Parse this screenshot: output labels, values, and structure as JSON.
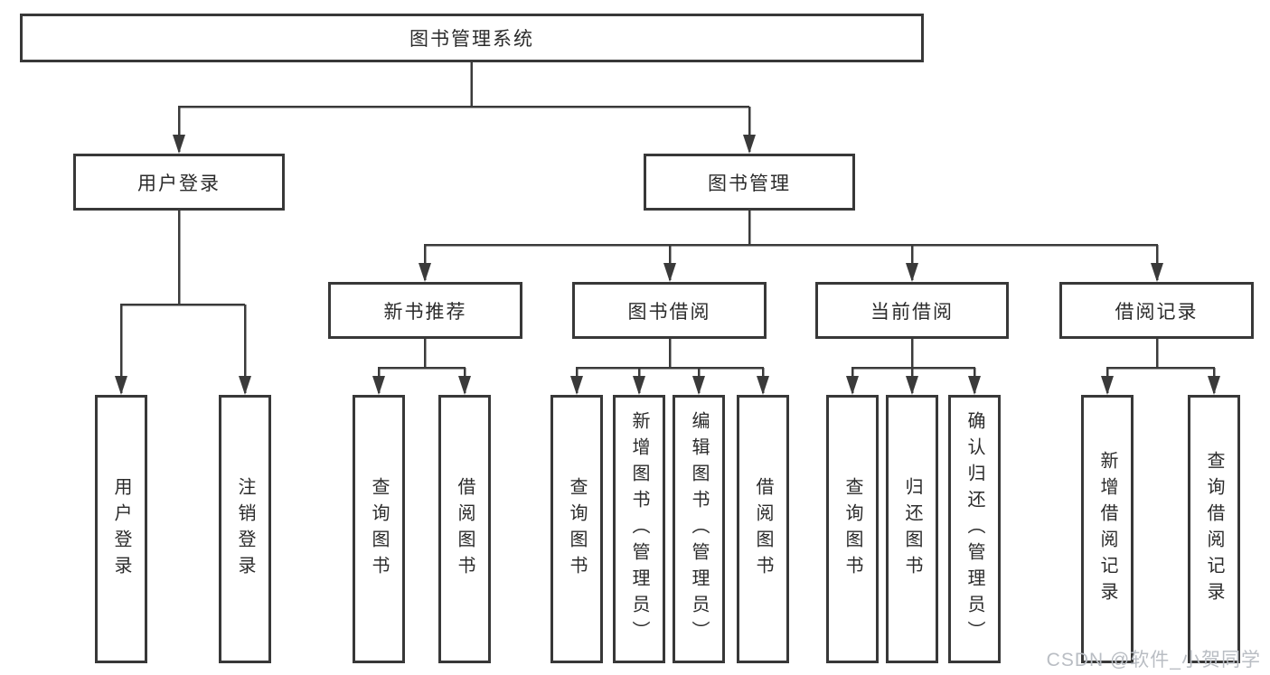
{
  "tree": {
    "root": "图书管理系统",
    "children": [
      {
        "label": "用户登录",
        "children": [
          "用户登录",
          "注销登录"
        ]
      },
      {
        "label": "图书管理",
        "children": [
          {
            "label": "新书推荐",
            "children": [
              "查询图书",
              "借阅图书"
            ]
          },
          {
            "label": "图书借阅",
            "children": [
              "查询图书",
              "新增图书（管理员）",
              "编辑图书（管理员）",
              "借阅图书"
            ]
          },
          {
            "label": "当前借阅",
            "children": [
              "查询图书",
              "归还图书",
              "确认归还（管理员）"
            ]
          },
          {
            "label": "借阅记录",
            "children": [
              "新增借阅记录",
              "查询借阅记录"
            ]
          }
        ]
      }
    ]
  },
  "watermark": {
    "text": "CSDN @软件_小贺同学",
    "color": "#b9bdc3"
  },
  "colors": {
    "line": "#3a3a3a",
    "box_border": "#383838",
    "text": "#2b2b2b",
    "background": "#ffffff"
  }
}
